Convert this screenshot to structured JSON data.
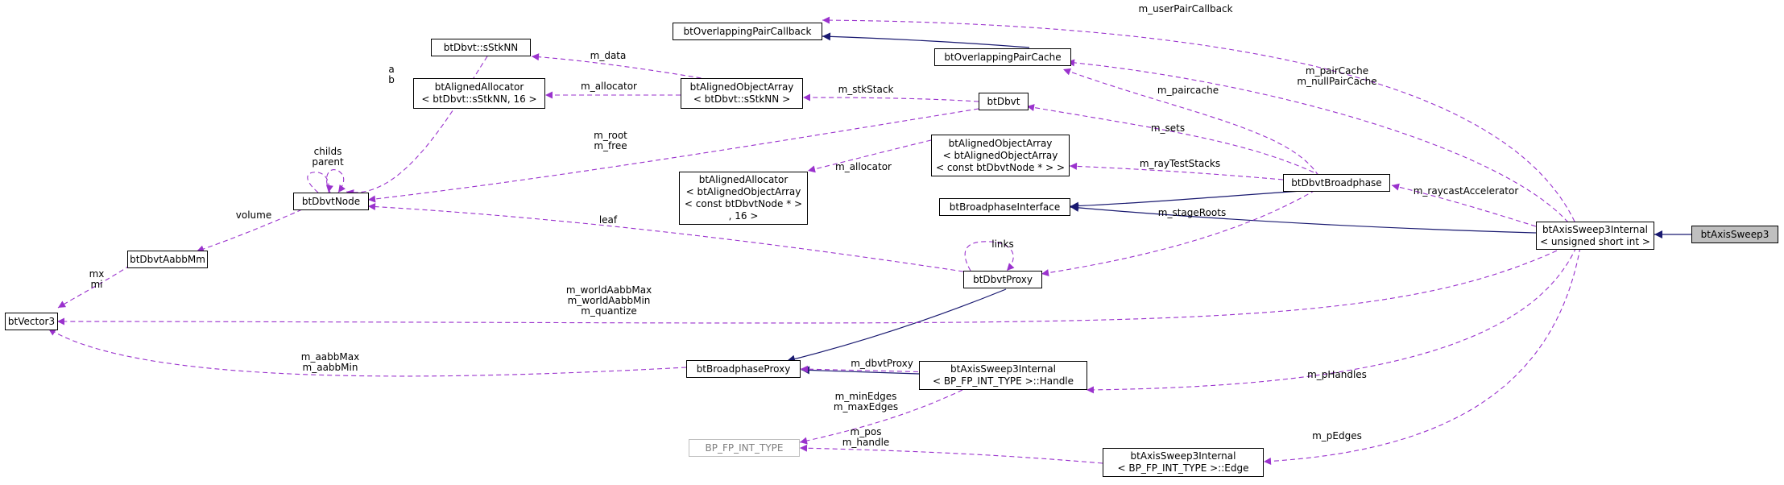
{
  "colors": {
    "inheritance": "#191970",
    "usage": "#9a32cd",
    "highlight_fill": "#bfbfbf",
    "node_border": "#000000",
    "missing_border": "#bfbfbf",
    "missing_text": "#7f7f7f"
  },
  "nodes": [
    {
      "id": "btAxisSweep3",
      "lines": [
        "btAxisSweep3"
      ]
    },
    {
      "id": "btAxisSweep3Internal",
      "lines": [
        "btAxisSweep3Internal",
        "< unsigned short int >"
      ]
    },
    {
      "id": "btBroadphaseInterface",
      "lines": [
        "btBroadphaseInterface"
      ]
    },
    {
      "id": "btOverlappingPairCallback",
      "lines": [
        "btOverlappingPairCallback"
      ]
    },
    {
      "id": "btOverlappingPairCache",
      "lines": [
        "btOverlappingPairCache"
      ]
    },
    {
      "id": "btDbvtBroadphase",
      "lines": [
        "btDbvtBroadphase"
      ]
    },
    {
      "id": "btDbvt",
      "lines": [
        "btDbvt"
      ]
    },
    {
      "id": "btAlignedObjectArray_stk",
      "lines": [
        "btAlignedObjectArray",
        "< btDbvt::sStkNN >"
      ]
    },
    {
      "id": "btDbvt_sStkNN",
      "lines": [
        "btDbvt::sStkNN"
      ]
    },
    {
      "id": "btAlignedAllocator_stk",
      "lines": [
        "btAlignedAllocator",
        "< btDbvt::sStkNN, 16 >"
      ]
    },
    {
      "id": "btAlignedObjectArray_nested",
      "lines": [
        "btAlignedObjectArray",
        "< btAlignedObjectArray",
        "< const btDbvtNode * > >"
      ]
    },
    {
      "id": "btAlignedAllocator_nested",
      "lines": [
        "btAlignedAllocator",
        "< btAlignedObjectArray",
        "< const btDbvtNode * >",
        ", 16 >"
      ]
    },
    {
      "id": "btDbvtNode",
      "lines": [
        "btDbvtNode"
      ]
    },
    {
      "id": "btDbvtAabbMm",
      "lines": [
        "btDbvtAabbMm"
      ]
    },
    {
      "id": "btVector3",
      "lines": [
        "btVector3"
      ]
    },
    {
      "id": "btDbvtProxy",
      "lines": [
        "btDbvtProxy"
      ]
    },
    {
      "id": "btBroadphaseProxy",
      "lines": [
        "btBroadphaseProxy"
      ]
    },
    {
      "id": "handle",
      "lines": [
        "btAxisSweep3Internal",
        "< BP_FP_INT_TYPE >::Handle"
      ]
    },
    {
      "id": "bp_fp",
      "lines": [
        "BP_FP_INT_TYPE"
      ]
    },
    {
      "id": "edge",
      "lines": [
        "btAxisSweep3Internal",
        "< BP_FP_INT_TYPE >::Edge"
      ]
    }
  ],
  "edge_labels": [
    {
      "id": "lbl_userPairCallback",
      "lines": [
        "m_userPairCallback"
      ]
    },
    {
      "id": "lbl_pairCache",
      "lines": [
        "m_pairCache",
        "m_nullPairCache"
      ]
    },
    {
      "id": "lbl_paircache",
      "lines": [
        "m_paircache"
      ]
    },
    {
      "id": "lbl_data",
      "lines": [
        "m_data"
      ]
    },
    {
      "id": "lbl_ab",
      "lines": [
        "a",
        "b"
      ]
    },
    {
      "id": "lbl_allocator_stk",
      "lines": [
        "m_allocator"
      ]
    },
    {
      "id": "lbl_stkStack",
      "lines": [
        "m_stkStack"
      ]
    },
    {
      "id": "lbl_root",
      "lines": [
        "m_root",
        "m_free"
      ]
    },
    {
      "id": "lbl_childs",
      "lines": [
        "childs",
        "parent"
      ]
    },
    {
      "id": "lbl_sets",
      "lines": [
        "m_sets"
      ]
    },
    {
      "id": "lbl_allocator_nested",
      "lines": [
        "m_allocator"
      ]
    },
    {
      "id": "lbl_rayTestStacks",
      "lines": [
        "m_rayTestStacks"
      ]
    },
    {
      "id": "lbl_raycastAccelerator",
      "lines": [
        "m_raycastAccelerator"
      ]
    },
    {
      "id": "lbl_volume",
      "lines": [
        "volume"
      ]
    },
    {
      "id": "lbl_leaf",
      "lines": [
        "leaf"
      ]
    },
    {
      "id": "lbl_links",
      "lines": [
        "links"
      ]
    },
    {
      "id": "lbl_stageRoots",
      "lines": [
        "m_stageRoots"
      ]
    },
    {
      "id": "lbl_mxmi",
      "lines": [
        "mx",
        "mi"
      ]
    },
    {
      "id": "lbl_worldAabb",
      "lines": [
        "m_worldAabbMax",
        "m_worldAabbMin",
        "m_quantize"
      ]
    },
    {
      "id": "lbl_aabb",
      "lines": [
        "m_aabbMax",
        "m_aabbMin"
      ]
    },
    {
      "id": "lbl_dbvtProxy",
      "lines": [
        "m_dbvtProxy"
      ]
    },
    {
      "id": "lbl_pHandles",
      "lines": [
        "m_pHandles"
      ]
    },
    {
      "id": "lbl_minmaxEdges",
      "lines": [
        "m_minEdges",
        "m_maxEdges"
      ]
    },
    {
      "id": "lbl_poshandle",
      "lines": [
        "m_pos",
        "m_handle"
      ]
    },
    {
      "id": "lbl_pEdges",
      "lines": [
        "m_pEdges"
      ]
    }
  ]
}
